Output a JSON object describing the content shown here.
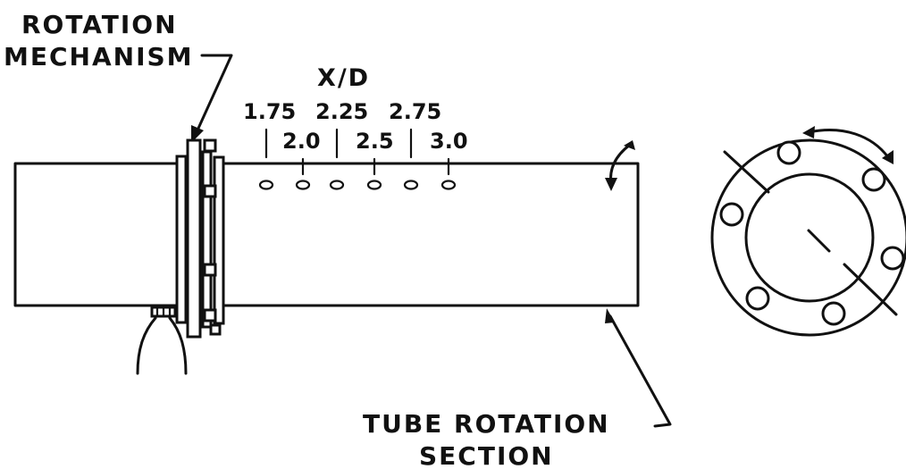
{
  "labels": {
    "rotation_line1": "ROTATION",
    "rotation_line2": "MECHANISM",
    "xd_title": "X/D",
    "tube_line1": "TUBE ROTATION",
    "tube_line2": "SECTION"
  },
  "stations": {
    "upper": [
      "1.75",
      "2.25",
      "2.75"
    ],
    "lower": [
      "2.0",
      "2.5",
      "3.0"
    ]
  },
  "colors": {
    "ink": "#111111",
    "paper": "#ffffff"
  }
}
